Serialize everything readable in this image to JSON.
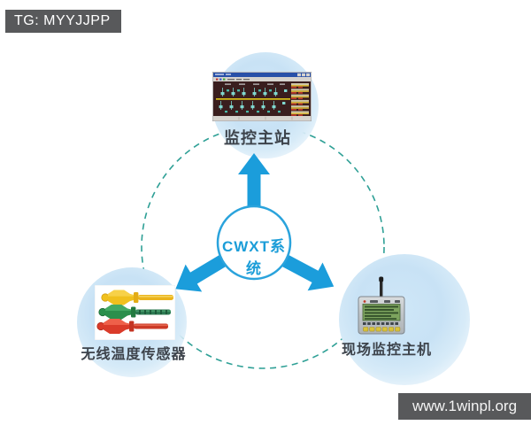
{
  "tag": {
    "text": "TG: MYYJJPP"
  },
  "watermark": {
    "text": "www.1winpl.org"
  },
  "diagram": {
    "center": {
      "label": "CWXT系统"
    },
    "nodes": [
      {
        "id": "monitor-station",
        "label": "监控主站",
        "position": "top"
      },
      {
        "id": "wireless-temp-sensor",
        "label": "无线温度传感器",
        "position": "bottom-left"
      },
      {
        "id": "field-monitor-host",
        "label": "现场监控主机",
        "position": "bottom-right"
      }
    ],
    "colors": {
      "arrow_blue": "#1b9ddb",
      "center_ring_blue": "#2aa3dc",
      "center_text_blue": "#1b9dd8",
      "dashed_ring_teal": "#2fa096",
      "bubble_blue": "#c9e3f5",
      "label_dark": "#3d434b",
      "tag_background": "#58595b",
      "sensor_yellow": "#f0c01d",
      "sensor_green": "#2b8f4c",
      "sensor_red": "#da3b2a"
    }
  }
}
